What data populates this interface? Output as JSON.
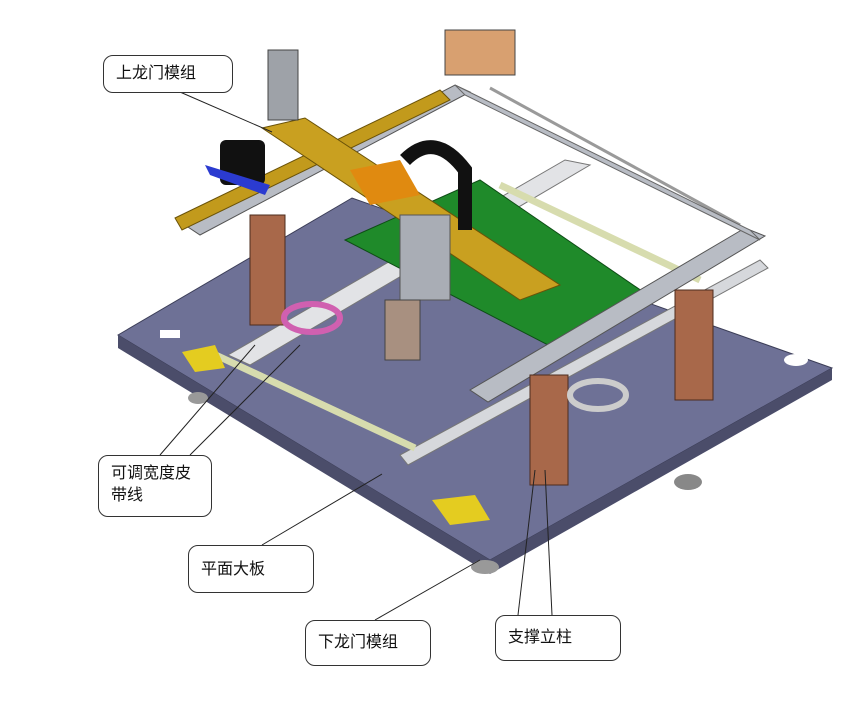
{
  "callouts": {
    "upper_gantry": "上龙门模组",
    "adjustable_belt_line": "可调宽度皮带线",
    "base_plate": "平面大板",
    "lower_gantry": "下龙门模组",
    "support_column": "支撑立柱"
  },
  "colors": {
    "plate": "#6e7196",
    "pcb": "#1f8a2a",
    "gantry": "#c29a1c",
    "column": "#a8684a",
    "rail": "#c8ccd2"
  }
}
